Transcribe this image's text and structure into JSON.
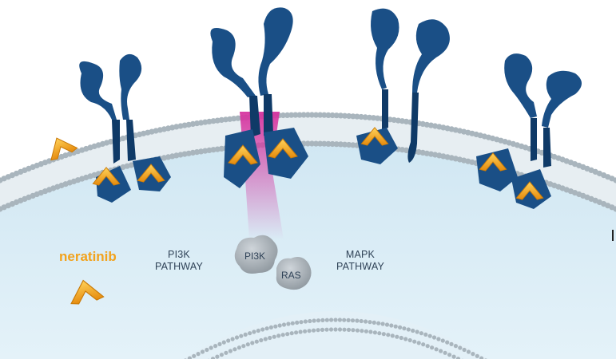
{
  "drug": {
    "name": "neratinib"
  },
  "pathways": {
    "pi3k_lines": [
      "PI3K",
      "PATHWAY"
    ],
    "mapk_lines": [
      "MAPK",
      "PATHWAY"
    ]
  },
  "proteins": {
    "pi3k": "PI3K",
    "ras": "RAS"
  },
  "colors": {
    "cytoplasm": "#d9edf7",
    "membrane_heads": "#a9b5bd",
    "receptor": "#1a4f86",
    "receptor_dark": "#0f3a67",
    "inhibitor": "#f5a623",
    "signal": "#d6339f",
    "blob": "#a8b0b6"
  }
}
